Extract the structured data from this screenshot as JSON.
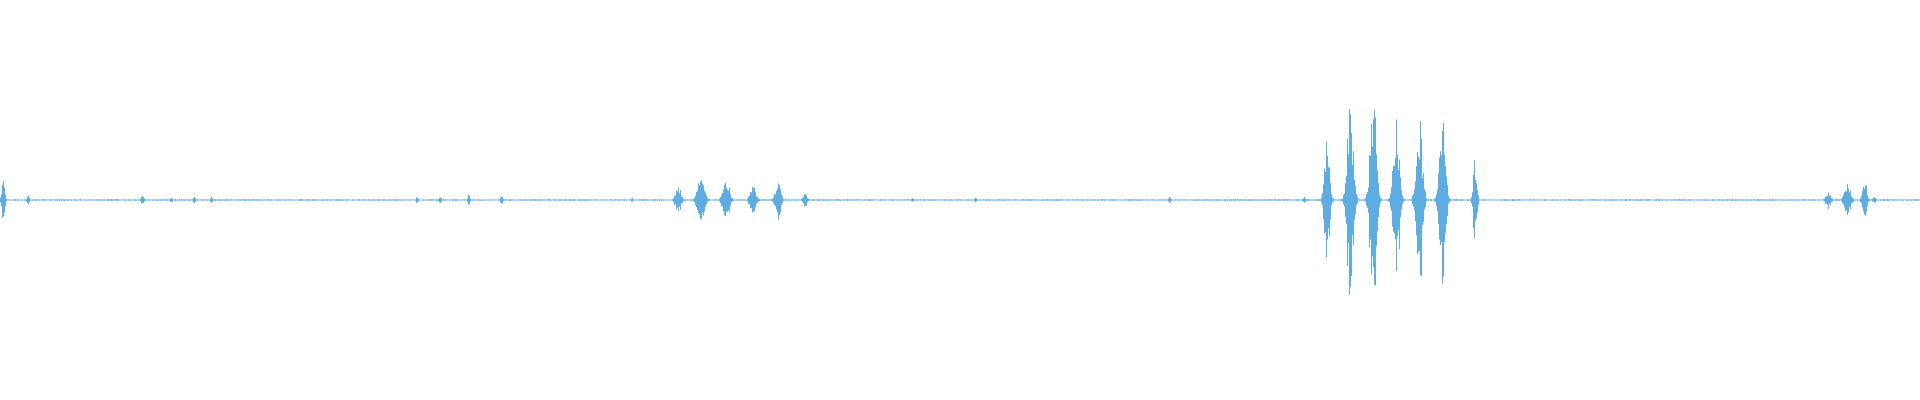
{
  "waveform": {
    "color": "#5dade2",
    "background": "#ffffff",
    "baseline_amplitude": 0.006,
    "bursts": [
      {
        "position": 0.0015,
        "amplitude": 0.19,
        "width": 0.0015,
        "kind": "spike"
      },
      {
        "position": 0.0145,
        "amplitude": 0.045,
        "width": 0.0012,
        "kind": "tick"
      },
      {
        "position": 0.074,
        "amplitude": 0.035,
        "width": 0.0015,
        "kind": "tick"
      },
      {
        "position": 0.089,
        "amplitude": 0.025,
        "width": 0.0012,
        "kind": "tick"
      },
      {
        "position": 0.101,
        "amplitude": 0.03,
        "width": 0.0012,
        "kind": "tick"
      },
      {
        "position": 0.11,
        "amplitude": 0.025,
        "width": 0.0012,
        "kind": "tick"
      },
      {
        "position": 0.217,
        "amplitude": 0.03,
        "width": 0.0012,
        "kind": "tick"
      },
      {
        "position": 0.229,
        "amplitude": 0.035,
        "width": 0.0012,
        "kind": "tick"
      },
      {
        "position": 0.244,
        "amplitude": 0.05,
        "width": 0.0012,
        "kind": "tick"
      },
      {
        "position": 0.261,
        "amplitude": 0.04,
        "width": 0.0012,
        "kind": "tick"
      },
      {
        "position": 0.329,
        "amplitude": 0.02,
        "width": 0.001,
        "kind": "tick"
      },
      {
        "position": 0.353,
        "amplitude": 0.12,
        "width": 0.0028,
        "kind": "burst"
      },
      {
        "position": 0.365,
        "amplitude": 0.24,
        "width": 0.0035,
        "kind": "burst"
      },
      {
        "position": 0.378,
        "amplitude": 0.2,
        "width": 0.0032,
        "kind": "burst"
      },
      {
        "position": 0.392,
        "amplitude": 0.14,
        "width": 0.003,
        "kind": "burst"
      },
      {
        "position": 0.405,
        "amplitude": 0.2,
        "width": 0.0025,
        "kind": "burst"
      },
      {
        "position": 0.419,
        "amplitude": 0.07,
        "width": 0.002,
        "kind": "burst"
      },
      {
        "position": 0.475,
        "amplitude": 0.02,
        "width": 0.0012,
        "kind": "tick"
      },
      {
        "position": 0.508,
        "amplitude": 0.025,
        "width": 0.0012,
        "kind": "tick"
      },
      {
        "position": 0.609,
        "amplitude": 0.035,
        "width": 0.0012,
        "kind": "tick"
      },
      {
        "position": 0.679,
        "amplitude": 0.025,
        "width": 0.0015,
        "kind": "tick"
      },
      {
        "position": 0.691,
        "amplitude": 0.6,
        "width": 0.0025,
        "kind": "burst"
      },
      {
        "position": 0.703,
        "amplitude": 0.9,
        "width": 0.003,
        "kind": "burst"
      },
      {
        "position": 0.715,
        "amplitude": 1.0,
        "width": 0.003,
        "kind": "burst"
      },
      {
        "position": 0.727,
        "amplitude": 0.75,
        "width": 0.003,
        "kind": "burst"
      },
      {
        "position": 0.739,
        "amplitude": 0.85,
        "width": 0.003,
        "kind": "burst"
      },
      {
        "position": 0.751,
        "amplitude": 0.8,
        "width": 0.003,
        "kind": "burst"
      },
      {
        "position": 0.768,
        "amplitude": 0.35,
        "width": 0.0018,
        "kind": "burst"
      },
      {
        "position": 0.952,
        "amplitude": 0.07,
        "width": 0.0025,
        "kind": "burst"
      },
      {
        "position": 0.962,
        "amplitude": 0.14,
        "width": 0.003,
        "kind": "burst"
      },
      {
        "position": 0.971,
        "amplitude": 0.18,
        "width": 0.0022,
        "kind": "burst"
      },
      {
        "position": 0.976,
        "amplitude": 0.03,
        "width": 0.0015,
        "kind": "tick"
      }
    ]
  }
}
